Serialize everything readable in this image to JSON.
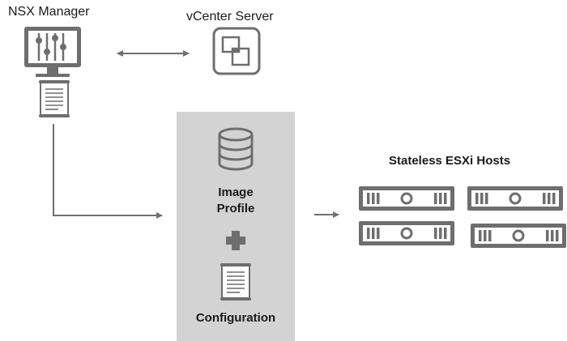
{
  "nsx_manager": {
    "label": "NSX Manager",
    "icon": "monitor-sliders-icon"
  },
  "vcenter": {
    "label": "vCenter Server",
    "icon": "vcenter-logo-icon"
  },
  "manifest": {
    "icon": "document-scroll-icon"
  },
  "image_profile_panel": {
    "database_icon": "database-icon",
    "image_label_line1": "Image",
    "image_label_line2": "Profile",
    "plus_icon": "plus-icon",
    "config_icon": "document-scroll-icon",
    "config_label": "Configuration"
  },
  "hosts": {
    "title": "Stateless ESXi Hosts",
    "count": 4,
    "icon": "server-icon"
  },
  "colors": {
    "icon": "#6e6e6e",
    "panel": "#d3d3d3",
    "arrow": "#707070",
    "text": "#1a1a1a"
  }
}
